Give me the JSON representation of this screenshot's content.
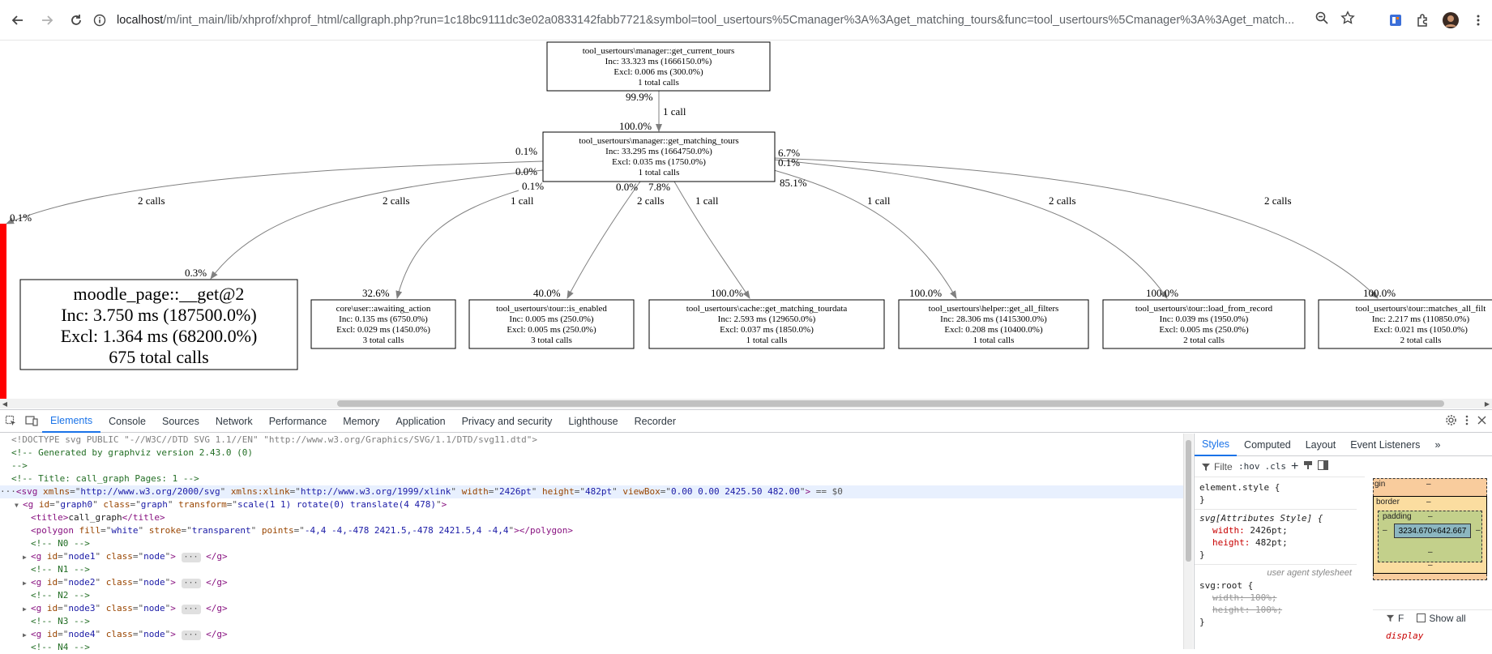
{
  "browser": {
    "url_host": "localhost",
    "url_path": "/m/int_main/lib/xhprof/xhprof_html/callgraph.php?run=1c18bc9111dc3e02a0833142fabb7721&symbol=tool_usertours%5Cmanager%3A%3Aget_matching_tours&func=tool_usertours%5Cmanager%3A%3Aget_match..."
  },
  "graph": {
    "nodes": [
      {
        "id": "n_current",
        "lines": [
          "tool_usertours\\manager::get_current_tours",
          "Inc: 33.323 ms (1666150.0%)",
          "Excl: 0.006 ms (300.0%)",
          "1 total calls"
        ]
      },
      {
        "id": "n_matching",
        "lines": [
          "tool_usertours\\manager::get_matching_tours",
          "Inc: 33.295 ms (1664750.0%)",
          "Excl: 0.035 ms (1750.0%)",
          "1 total calls"
        ]
      },
      {
        "id": "n_page",
        "lines": [
          "moodle_page::__get@2",
          "Inc: 3.750 ms (187500.0%)",
          "Excl: 1.364 ms (68200.0%)",
          "675 total calls"
        ]
      },
      {
        "id": "n_awaiting",
        "lines": [
          "core\\user::awaiting_action",
          "Inc: 0.135 ms (6750.0%)",
          "Excl: 0.029 ms (1450.0%)",
          "3 total calls"
        ]
      },
      {
        "id": "n_enabled",
        "lines": [
          "tool_usertours\\tour::is_enabled",
          "Inc: 0.005 ms (250.0%)",
          "Excl: 0.005 ms (250.0%)",
          "3 total calls"
        ]
      },
      {
        "id": "n_tourdata",
        "lines": [
          "tool_usertours\\cache::get_matching_tourdata",
          "Inc: 2.593 ms (129650.0%)",
          "Excl: 0.037 ms (1850.0%)",
          "1 total calls"
        ]
      },
      {
        "id": "n_filters",
        "lines": [
          "tool_usertours\\helper::get_all_filters",
          "Inc: 28.306 ms (1415300.0%)",
          "Excl: 0.208 ms (10400.0%)",
          "1 total calls"
        ]
      },
      {
        "id": "n_record",
        "lines": [
          "tool_usertours\\tour::load_from_record",
          "Inc: 0.039 ms (1950.0%)",
          "Excl: 0.005 ms (250.0%)",
          "2 total calls"
        ]
      },
      {
        "id": "n_matchesall",
        "lines": [
          "tool_usertours\\tour::matches_all_filt",
          "Inc: 2.217 ms (110850.0%)",
          "Excl: 0.021 ms (1050.0%)",
          "2 total calls"
        ]
      }
    ],
    "edge_labels": {
      "e_top_calls": "1 call",
      "e_top_from": "99.9%",
      "e_top_to": "100.0%",
      "e_left_pct_a": "0.1%",
      "e_left_pct_b": "0.0%",
      "e_far_left_to": "0.1%",
      "e_far_left_calls": "2 calls",
      "e_page_calls": "2 calls",
      "e_page_to": "0.3%",
      "e_await_from": "0.1%",
      "e_await_calls": "1 call",
      "e_await_to": "32.6%",
      "e_enabled_from": "0.0%",
      "e_enabled_calls": "2 calls",
      "e_enabled_to": "40.0%",
      "e_tourdata_from": "7.8%",
      "e_tourdata_calls": "1 call",
      "e_tourdata_to": "100.0%",
      "e_filters_from": "85.1%",
      "e_filters_calls": "1 call",
      "e_filters_to": "100.0%",
      "e_record_from_a": "6.7%",
      "e_record_from_b": "0.1%",
      "e_record_calls": "2 calls",
      "e_record_to": "100.0%",
      "e_matchall_calls": "2 calls",
      "e_matchall_to": "100.0%"
    }
  },
  "devtools": {
    "tabs": [
      "Elements",
      "Console",
      "Sources",
      "Network",
      "Performance",
      "Memory",
      "Application",
      "Privacy and security",
      "Lighthouse",
      "Recorder"
    ],
    "active_tab": "Elements",
    "dom": {
      "doctype": "<!DOCTYPE svg PUBLIC \"-//W3C//DTD SVG 1.1//EN\" \"http://www.w3.org/Graphics/SVG/1.1/DTD/svg11.dtd\">",
      "comment_generated": "<!-- Generated by graphviz version 2.43.0 (0)",
      "comment_generated_end": " -->",
      "comment_title": "<!-- Title: call_graph Pages: 1 -->",
      "svg_tag": "svg",
      "svg_attrs": [
        {
          "name": "xmlns",
          "value": "http://www.w3.org/2000/svg"
        },
        {
          "name": "xmlns:xlink",
          "value": "http://www.w3.org/1999/xlink"
        },
        {
          "name": "width",
          "value": "2426pt"
        },
        {
          "name": "height",
          "value": "482pt"
        },
        {
          "name": "viewBox",
          "value": "0.00 0.00 2425.50 482.00"
        }
      ],
      "svg_suffix": " == $0",
      "g_graph_attrs": [
        {
          "name": "id",
          "value": "graph0"
        },
        {
          "name": "class",
          "value": "graph"
        },
        {
          "name": "transform",
          "value": "scale(1 1) rotate(0) translate(4 478)"
        }
      ],
      "title_text": "call_graph",
      "polygon_attrs": [
        {
          "name": "fill",
          "value": "white"
        },
        {
          "name": "stroke",
          "value": "transparent"
        },
        {
          "name": "points",
          "value": "-4,4 -4,-478 2421.5,-478 2421.5,4 -4,4"
        }
      ],
      "node_comments": [
        "<!-- N0 -->",
        "<!-- N1 -->",
        "<!-- N2 -->",
        "<!-- N3 -->",
        "<!-- N4 -->"
      ],
      "node_ids": [
        "node1",
        "node2",
        "node3",
        "node4"
      ],
      "node_class": "node"
    },
    "styles": {
      "tabs": [
        "Styles",
        "Computed",
        "Layout",
        "Event Listeners"
      ],
      "filter_placeholder": "Filte",
      "hov": ":hov",
      "cls": ".cls",
      "rule_element": "element.style {",
      "rule_close": "}",
      "rule_svg_attr": "svg[Attributes Style] {",
      "prop_width": "width",
      "prop_width_val": "2426pt;",
      "prop_height": "height",
      "prop_height_val": "482pt;",
      "ua_label": "user agent stylesheet",
      "rule_root": "svg:root {",
      "prop_root_width": "width: 100%;",
      "prop_root_height": "height: 100%;"
    },
    "boxmodel": {
      "margin": "gin",
      "border": "border",
      "padding": "padding",
      "content_size": "3234.670×642.667",
      "dash": "–"
    },
    "computed": {
      "filter": "F",
      "show_all": "Show all",
      "display_prop": "display"
    }
  }
}
